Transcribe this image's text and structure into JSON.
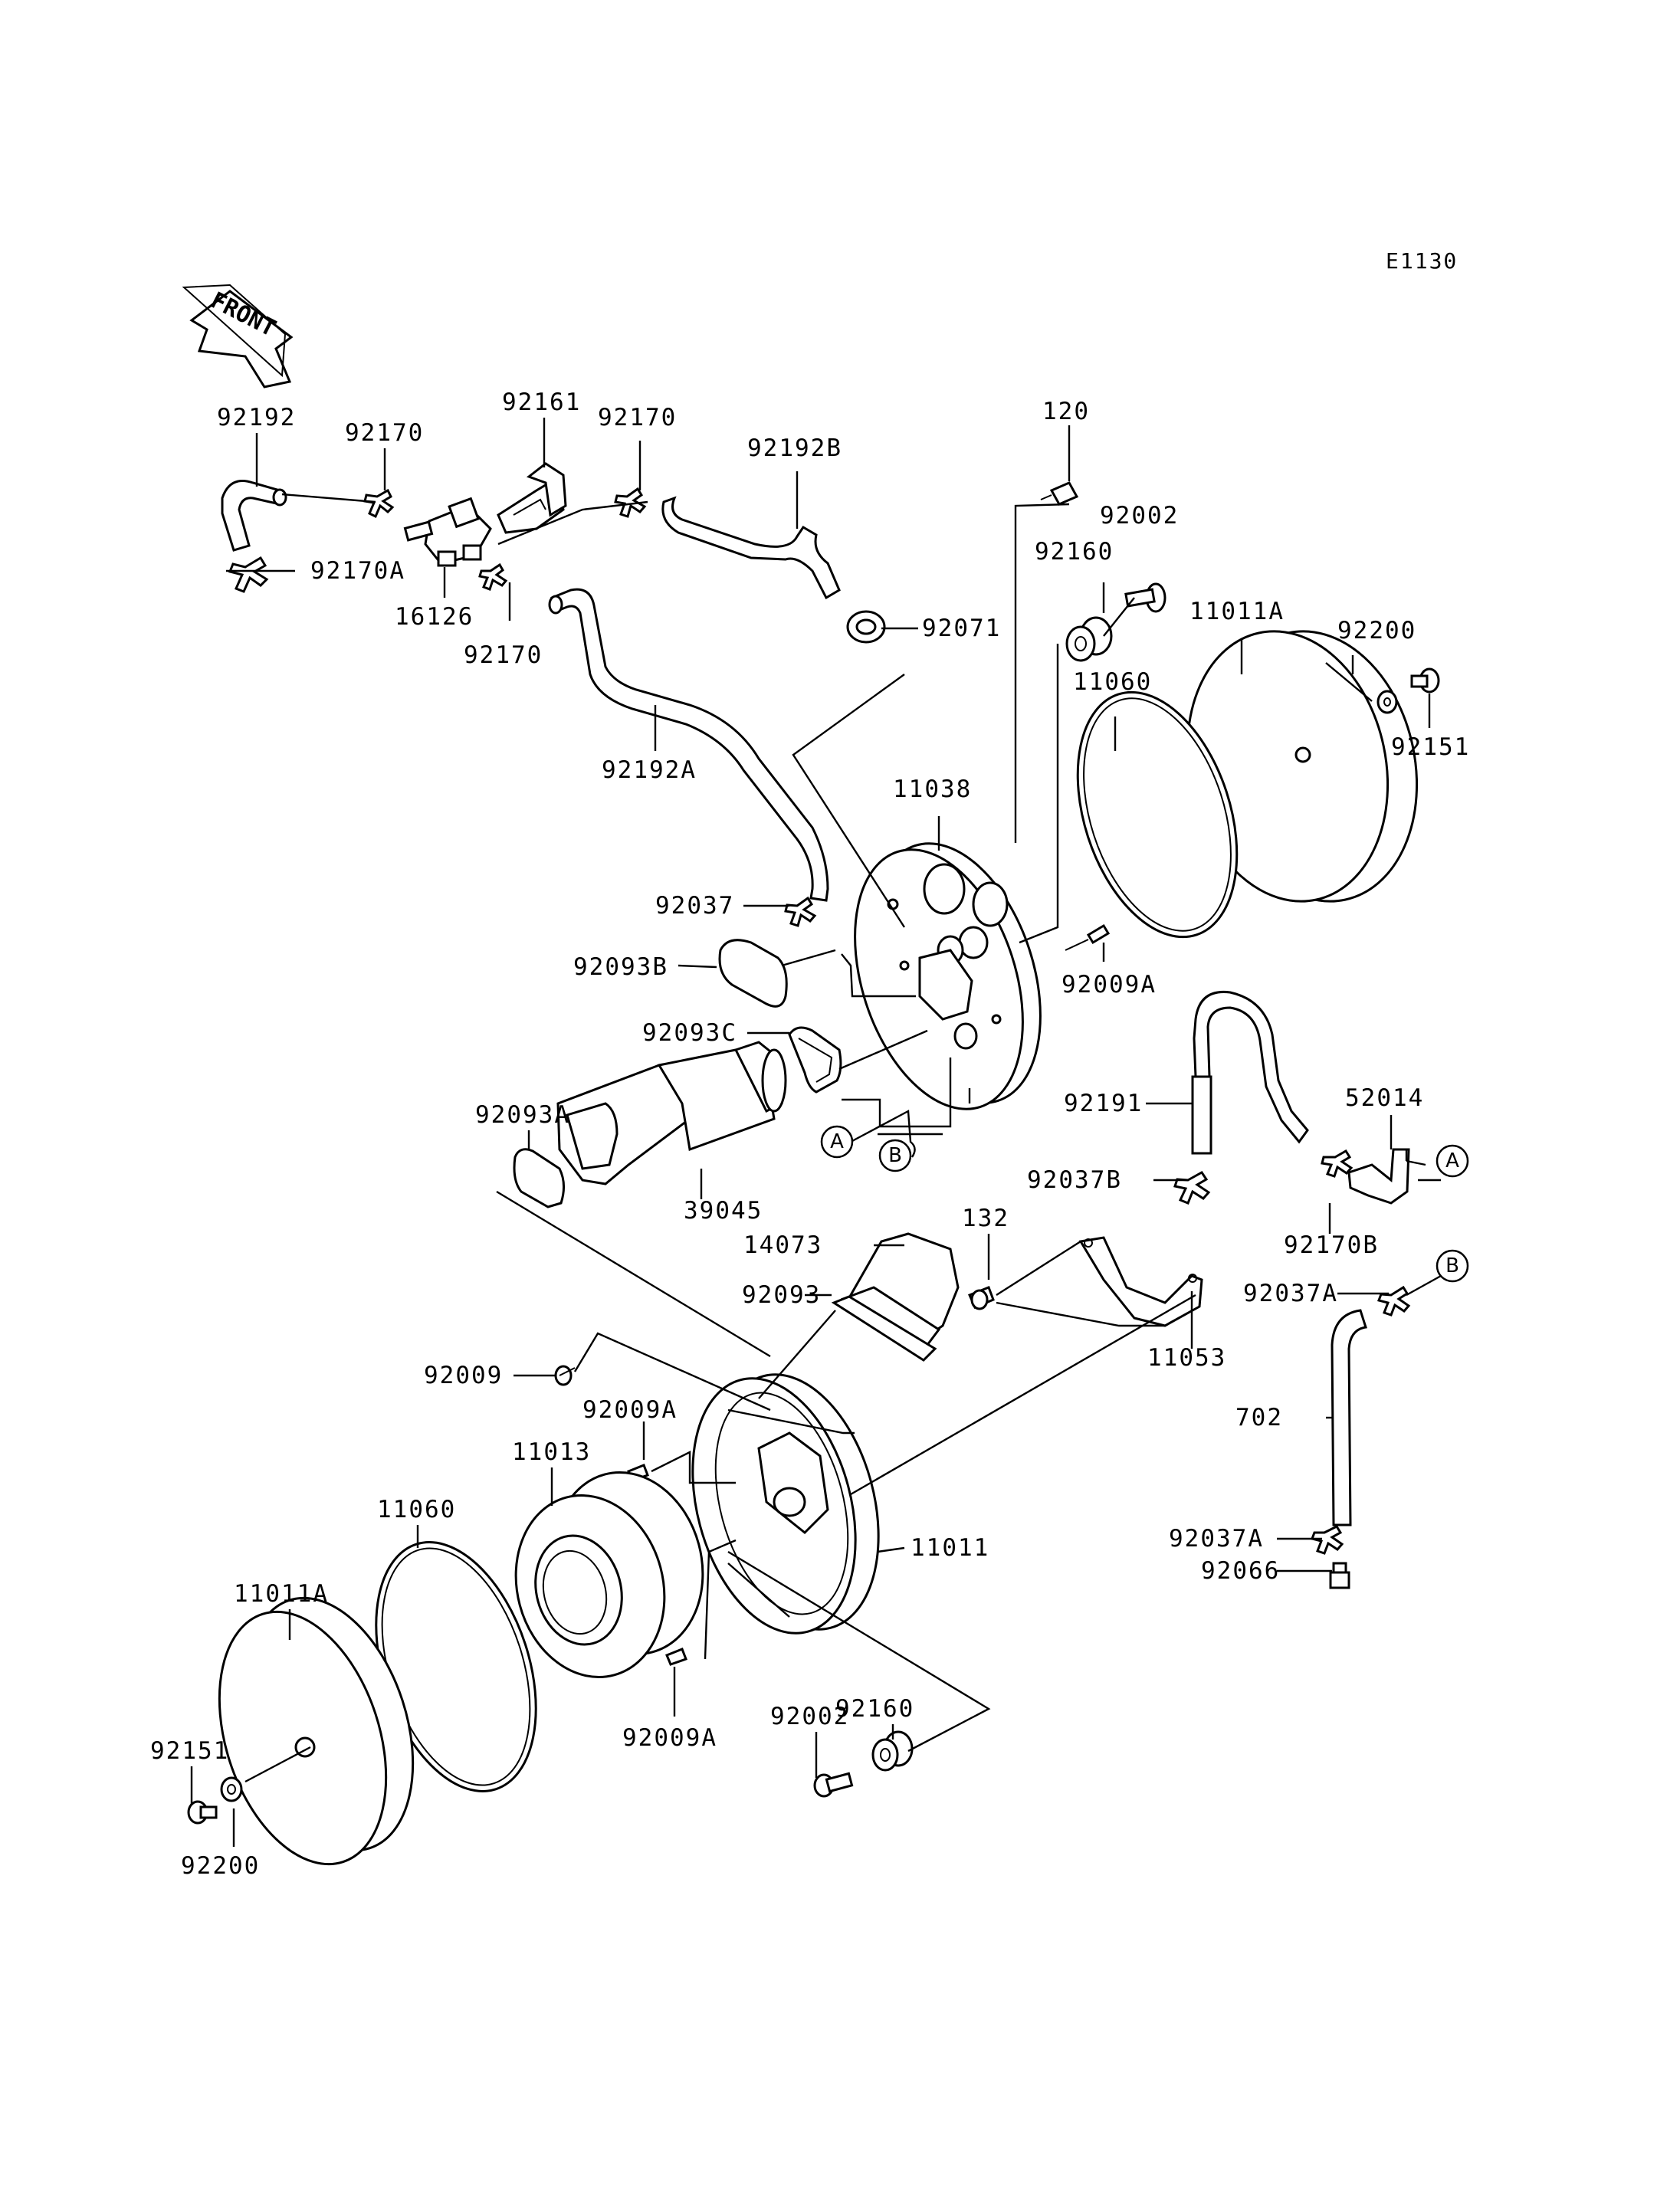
{
  "diagram_code": "E1130",
  "front_arrow_label": "FRONT",
  "callouts": {
    "a": "A",
    "b": "B"
  },
  "labels": {
    "p92192": "92192",
    "p92170_1": "92170",
    "p92161": "92161",
    "p92170_2": "92170",
    "p92192B": "92192B",
    "p120": "120",
    "p92170A": "92170A",
    "p16126": "16126",
    "p92170_3": "92170",
    "p92071": "92071",
    "p92002_top": "92002",
    "p92160_top": "92160",
    "p11011A_top": "11011A",
    "p92200_top": "92200",
    "p11060_top": "11060",
    "p92151_top": "92151",
    "p92192A": "92192A",
    "p11038": "11038",
    "p92037": "92037",
    "p92093B": "92093B",
    "p92009A_top": "92009A",
    "p92093C": "92093C",
    "p92093A": "92093A",
    "p92191": "92191",
    "p52014": "52014",
    "p92037B": "92037B",
    "p39045": "39045",
    "p92170B": "92170B",
    "p14073": "14073",
    "p132": "132",
    "p92093": "92093",
    "p92037A_top": "92037A",
    "p11053": "11053",
    "p92009": "92009",
    "p92009A_mid": "92009A",
    "p702": "702",
    "p11013": "11013",
    "p11060_bottom": "11060",
    "p11011": "11011",
    "p92037A_bottom": "92037A",
    "p92066": "92066",
    "p11011A_bottom": "11011A",
    "p92009A_bottom": "92009A",
    "p92160_bottom": "92160",
    "p92002_bottom": "92002",
    "p92151_bottom": "92151",
    "p92200_bottom": "92200"
  }
}
